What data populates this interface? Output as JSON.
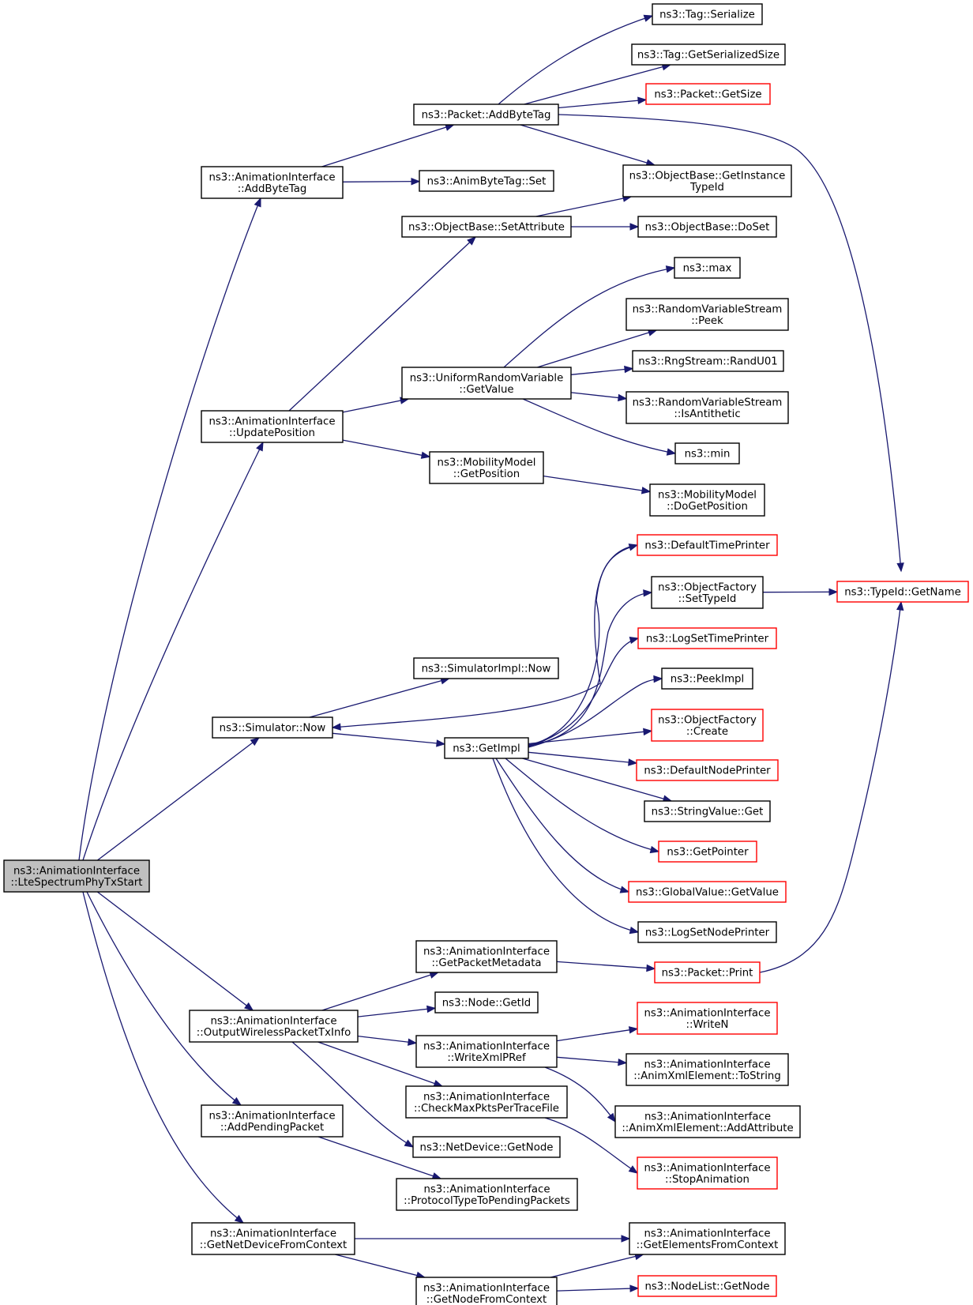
{
  "colors": {
    "edge": "#191970",
    "root_fill": "#bfbfbf",
    "box_border": "#000000",
    "truncated_border": "#ff0000",
    "text": "#000000"
  },
  "nodes": {
    "root": {
      "lines": [
        "ns3::AnimationInterface",
        "::LteSpectrumPhyTxStart"
      ],
      "style": "root"
    },
    "addByteTag": {
      "lines": [
        "ns3::AnimationInterface",
        "::AddByteTag"
      ],
      "style": "normal"
    },
    "packetAddByteTag": {
      "lines": [
        "ns3::Packet::AddByteTag"
      ],
      "style": "normal"
    },
    "tagSerialize": {
      "lines": [
        "ns3::Tag::Serialize"
      ],
      "style": "normal"
    },
    "tagGetSerializedSize": {
      "lines": [
        "ns3::Tag::GetSerializedSize"
      ],
      "style": "normal"
    },
    "packetGetSize": {
      "lines": [
        "ns3::Packet::GetSize"
      ],
      "style": "truncated"
    },
    "animByteTagSet": {
      "lines": [
        "ns3::AnimByteTag::Set"
      ],
      "style": "normal"
    },
    "getInstanceTypeId": {
      "lines": [
        "ns3::ObjectBase::GetInstance",
        "TypeId"
      ],
      "style": "normal"
    },
    "setAttribute": {
      "lines": [
        "ns3::ObjectBase::SetAttribute"
      ],
      "style": "normal"
    },
    "doSet": {
      "lines": [
        "ns3::ObjectBase::DoSet"
      ],
      "style": "normal"
    },
    "typeIdGetName": {
      "lines": [
        "ns3::TypeId::GetName"
      ],
      "style": "truncated"
    },
    "max": {
      "lines": [
        "ns3::max"
      ],
      "style": "normal"
    },
    "rvsPeek": {
      "lines": [
        "ns3::RandomVariableStream",
        "::Peek"
      ],
      "style": "normal"
    },
    "rngRandU01": {
      "lines": [
        "ns3::RngStream::RandU01"
      ],
      "style": "normal"
    },
    "urvGetValue": {
      "lines": [
        "ns3::UniformRandomVariable",
        "::GetValue"
      ],
      "style": "normal"
    },
    "rvsIsAntithetic": {
      "lines": [
        "ns3::RandomVariableStream",
        "::IsAntithetic"
      ],
      "style": "normal"
    },
    "updatePosition": {
      "lines": [
        "ns3::AnimationInterface",
        "::UpdatePosition"
      ],
      "style": "normal"
    },
    "min": {
      "lines": [
        "ns3::min"
      ],
      "style": "normal"
    },
    "mmGetPosition": {
      "lines": [
        "ns3::MobilityModel",
        "::GetPosition"
      ],
      "style": "normal"
    },
    "mmDoGetPosition": {
      "lines": [
        "ns3::MobilityModel",
        "::DoGetPosition"
      ],
      "style": "normal"
    },
    "defaultTimePrinter": {
      "lines": [
        "ns3::DefaultTimePrinter"
      ],
      "style": "truncated"
    },
    "ofSetTypeId": {
      "lines": [
        "ns3::ObjectFactory",
        "::SetTypeId"
      ],
      "style": "normal"
    },
    "logSetTimePrinter": {
      "lines": [
        "ns3::LogSetTimePrinter"
      ],
      "style": "truncated"
    },
    "simImplNow": {
      "lines": [
        "ns3::SimulatorImpl::Now"
      ],
      "style": "normal"
    },
    "peekImpl": {
      "lines": [
        "ns3::PeekImpl"
      ],
      "style": "normal"
    },
    "ofCreate": {
      "lines": [
        "ns3::ObjectFactory",
        "::Create"
      ],
      "style": "truncated"
    },
    "simulatorNow": {
      "lines": [
        "ns3::Simulator::Now"
      ],
      "style": "normal"
    },
    "getImpl": {
      "lines": [
        "ns3::GetImpl"
      ],
      "style": "normal"
    },
    "defaultNodePrinter": {
      "lines": [
        "ns3::DefaultNodePrinter"
      ],
      "style": "truncated"
    },
    "stringValueGet": {
      "lines": [
        "ns3::StringValue::Get"
      ],
      "style": "normal"
    },
    "getPointer": {
      "lines": [
        "ns3::GetPointer"
      ],
      "style": "truncated"
    },
    "globalValueGetValue": {
      "lines": [
        "ns3::GlobalValue::GetValue"
      ],
      "style": "truncated"
    },
    "logSetNodePrinter": {
      "lines": [
        "ns3::LogSetNodePrinter"
      ],
      "style": "normal"
    },
    "getPacketMetadata": {
      "lines": [
        "ns3::AnimationInterface",
        "::GetPacketMetadata"
      ],
      "style": "normal"
    },
    "packetPrint": {
      "lines": [
        "ns3::Packet::Print"
      ],
      "style": "truncated"
    },
    "nodeGetId": {
      "lines": [
        "ns3::Node::GetId"
      ],
      "style": "normal"
    },
    "outputWireless": {
      "lines": [
        "ns3::AnimationInterface",
        "::OutputWirelessPacketTxInfo"
      ],
      "style": "normal"
    },
    "writeN": {
      "lines": [
        "ns3::AnimationInterface",
        "::WriteN"
      ],
      "style": "truncated"
    },
    "writeXmlPRef": {
      "lines": [
        "ns3::AnimationInterface",
        "::WriteXmlPRef"
      ],
      "style": "normal"
    },
    "animXmlToString": {
      "lines": [
        "ns3::AnimationInterface",
        "::AnimXmlElement::ToString"
      ],
      "style": "normal"
    },
    "checkMaxPkts": {
      "lines": [
        "ns3::AnimationInterface",
        "::CheckMaxPktsPerTraceFile"
      ],
      "style": "normal"
    },
    "animXmlAddAttribute": {
      "lines": [
        "ns3::AnimationInterface",
        "::AnimXmlElement::AddAttribute"
      ],
      "style": "normal"
    },
    "addPendingPacket": {
      "lines": [
        "ns3::AnimationInterface",
        "::AddPendingPacket"
      ],
      "style": "normal"
    },
    "netDeviceGetNode": {
      "lines": [
        "ns3::NetDevice::GetNode"
      ],
      "style": "normal"
    },
    "stopAnimation": {
      "lines": [
        "ns3::AnimationInterface",
        "::StopAnimation"
      ],
      "style": "truncated"
    },
    "protocolTypeToPending": {
      "lines": [
        "ns3::AnimationInterface",
        "::ProtocolTypeToPendingPackets"
      ],
      "style": "normal"
    },
    "getNetDeviceFromContext": {
      "lines": [
        "ns3::AnimationInterface",
        "::GetNetDeviceFromContext"
      ],
      "style": "normal"
    },
    "getElementsFromContext": {
      "lines": [
        "ns3::AnimationInterface",
        "::GetElementsFromContext"
      ],
      "style": "normal"
    },
    "getNodeFromContext": {
      "lines": [
        "ns3::AnimationInterface",
        "::GetNodeFromContext"
      ],
      "style": "normal"
    },
    "nodeListGetNode": {
      "lines": [
        "ns3::NodeList::GetNode"
      ],
      "style": "truncated"
    }
  },
  "edges": [
    [
      "root",
      "addByteTag"
    ],
    [
      "root",
      "updatePosition"
    ],
    [
      "root",
      "simulatorNow"
    ],
    [
      "root",
      "outputWireless"
    ],
    [
      "root",
      "addPendingPacket"
    ],
    [
      "root",
      "getNetDeviceFromContext"
    ],
    [
      "addByteTag",
      "packetAddByteTag"
    ],
    [
      "addByteTag",
      "animByteTagSet"
    ],
    [
      "packetAddByteTag",
      "tagSerialize"
    ],
    [
      "packetAddByteTag",
      "tagGetSerializedSize"
    ],
    [
      "packetAddByteTag",
      "packetGetSize"
    ],
    [
      "packetAddByteTag",
      "getInstanceTypeId"
    ],
    [
      "packetAddByteTag",
      "typeIdGetName"
    ],
    [
      "setAttribute",
      "getInstanceTypeId"
    ],
    [
      "setAttribute",
      "doSet"
    ],
    [
      "updatePosition",
      "setAttribute"
    ],
    [
      "updatePosition",
      "urvGetValue"
    ],
    [
      "updatePosition",
      "mmGetPosition"
    ],
    [
      "urvGetValue",
      "max"
    ],
    [
      "urvGetValue",
      "rvsPeek"
    ],
    [
      "urvGetValue",
      "rngRandU01"
    ],
    [
      "urvGetValue",
      "rvsIsAntithetic"
    ],
    [
      "urvGetValue",
      "min"
    ],
    [
      "mmGetPosition",
      "mmDoGetPosition"
    ],
    [
      "simulatorNow",
      "simImplNow"
    ],
    [
      "simulatorNow",
      "getImpl"
    ],
    [
      "defaultTimePrinter",
      "simulatorNow"
    ],
    [
      "getImpl",
      "defaultTimePrinter"
    ],
    [
      "getImpl",
      "ofSetTypeId"
    ],
    [
      "getImpl",
      "logSetTimePrinter"
    ],
    [
      "getImpl",
      "peekImpl"
    ],
    [
      "getImpl",
      "ofCreate"
    ],
    [
      "getImpl",
      "defaultNodePrinter"
    ],
    [
      "getImpl",
      "stringValueGet"
    ],
    [
      "getImpl",
      "getPointer"
    ],
    [
      "getImpl",
      "globalValueGetValue"
    ],
    [
      "getImpl",
      "logSetNodePrinter"
    ],
    [
      "ofSetTypeId",
      "typeIdGetName"
    ],
    [
      "outputWireless",
      "getPacketMetadata"
    ],
    [
      "outputWireless",
      "nodeGetId"
    ],
    [
      "outputWireless",
      "writeXmlPRef"
    ],
    [
      "outputWireless",
      "checkMaxPkts"
    ],
    [
      "outputWireless",
      "netDeviceGetNode"
    ],
    [
      "getPacketMetadata",
      "packetPrint"
    ],
    [
      "packetPrint",
      "typeIdGetName"
    ],
    [
      "writeXmlPRef",
      "writeN"
    ],
    [
      "writeXmlPRef",
      "animXmlToString"
    ],
    [
      "writeXmlPRef",
      "animXmlAddAttribute"
    ],
    [
      "checkMaxPkts",
      "stopAnimation"
    ],
    [
      "addPendingPacket",
      "protocolTypeToPending"
    ],
    [
      "getNetDeviceFromContext",
      "getElementsFromContext"
    ],
    [
      "getNetDeviceFromContext",
      "getNodeFromContext"
    ],
    [
      "getNodeFromContext",
      "getElementsFromContext"
    ],
    [
      "getNodeFromContext",
      "nodeListGetNode"
    ]
  ]
}
